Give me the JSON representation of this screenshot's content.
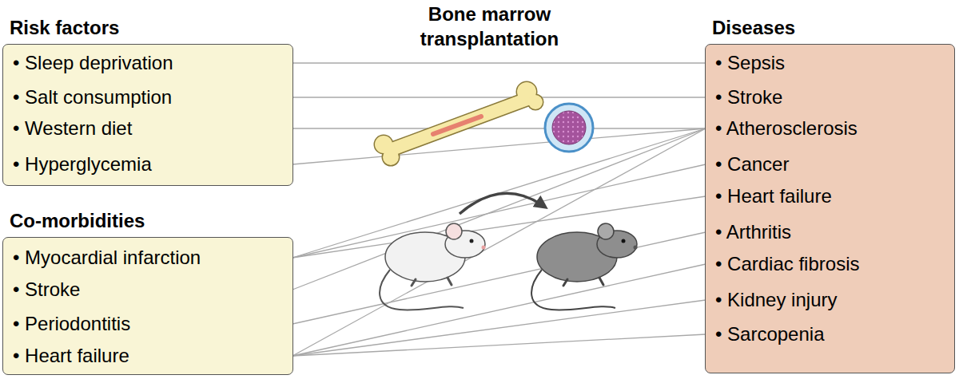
{
  "diagram": {
    "title": "Bone marrow transplantation",
    "nodes": [
      {
        "text": [
          "Risk factors"
        ]
      },
      {
        "text": [
          "• Sleep deprivation"
        ],
        "in": 0
      },
      {
        "text": [
          "• Salt consumption"
        ],
        "in": 0
      },
      {
        "text": [
          "• Western diet"
        ],
        "in": 0
      },
      {
        "text": [
          "• Hyperglycemia"
        ],
        "in": 0
      },
      {
        "text": [
          "Co-morbidities"
        ]
      },
      {
        "text": [
          "• Myocardial infarction"
        ],
        "in": 5
      },
      {
        "text": [
          "• Stroke"
        ],
        "in": 5
      },
      {
        "text": [
          "• Periodontitis"
        ],
        "in": 5
      },
      {
        "text": [
          "• Heart failure"
        ],
        "in": 5
      },
      {
        "text": [
          "Diseases"
        ]
      },
      {
        "text": [
          "• Sepsis"
        ],
        "in": 10
      },
      {
        "text": [
          "• Stroke"
        ],
        "in": 10
      },
      {
        "text": [
          "• Atherosclerosis"
        ],
        "in": 10
      },
      {
        "text": [
          "• Cancer"
        ],
        "in": 10
      },
      {
        "text": [
          "• Heart failure"
        ],
        "in": 10
      },
      {
        "text": [
          "• Arthritis"
        ],
        "in": 10
      },
      {
        "text": [
          "• Cardiac fibrosis"
        ],
        "in": 10
      },
      {
        "text": [
          "• Kidney injury"
        ],
        "in": 10
      },
      {
        "text": [
          "• Sarcopenia"
        ],
        "in": 10
      }
    ],
    "edges": [
      {
        "from": 1,
        "to": 11,
        "arrow": "none"
      },
      {
        "from": 2,
        "to": 12,
        "arrow": "none"
      },
      {
        "from": 3,
        "to": 13,
        "arrow": "none"
      },
      {
        "from": 4,
        "to": 13,
        "arrow": "none"
      },
      {
        "from": 6,
        "to": 13,
        "arrow": "none"
      },
      {
        "from": 6,
        "to": 14,
        "arrow": "none"
      },
      {
        "from": 6,
        "to": 15,
        "arrow": "none"
      },
      {
        "from": 7,
        "to": 13,
        "arrow": "none"
      },
      {
        "from": 8,
        "to": 16,
        "arrow": "none"
      },
      {
        "from": 9,
        "to": 13,
        "arrow": "none"
      },
      {
        "from": 9,
        "to": 17,
        "arrow": "none"
      },
      {
        "from": 9,
        "to": 18,
        "arrow": "none"
      },
      {
        "from": 9,
        "to": 19,
        "arrow": "none"
      }
    ]
  }
}
